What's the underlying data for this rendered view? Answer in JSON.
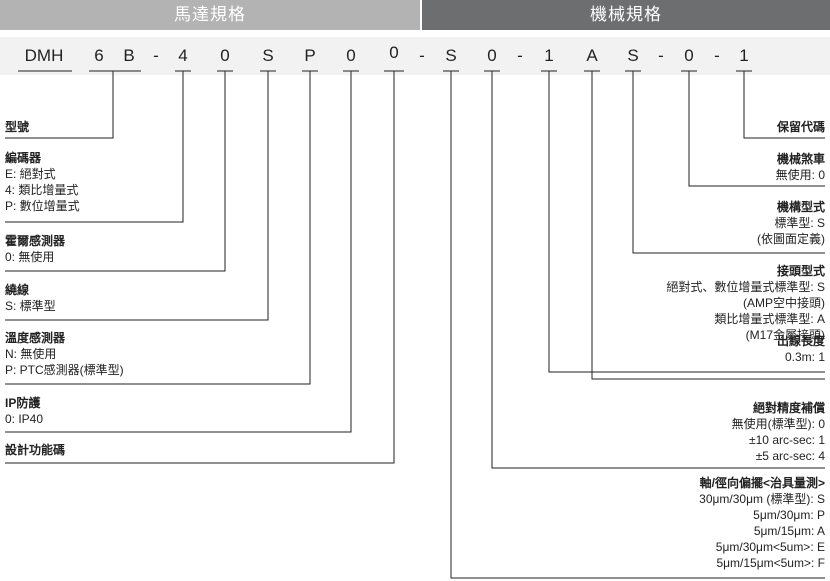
{
  "header": {
    "motor_spec": "馬達規格",
    "mech_spec": "機械規格"
  },
  "code_tokens": [
    {
      "id": "dmh",
      "text": "DMH"
    },
    {
      "id": "size",
      "text": "6"
    },
    {
      "id": "b",
      "text": "B"
    },
    {
      "id": "dash1",
      "text": "-"
    },
    {
      "id": "four",
      "text": "4"
    },
    {
      "id": "zero1",
      "text": "0"
    },
    {
      "id": "s1",
      "text": "S"
    },
    {
      "id": "p",
      "text": "P"
    },
    {
      "id": "zero2",
      "text": "0"
    },
    {
      "id": "zero3",
      "text": "0"
    },
    {
      "id": "dash2",
      "text": "-"
    },
    {
      "id": "s2",
      "text": "S"
    },
    {
      "id": "zero4",
      "text": "0"
    },
    {
      "id": "dash3",
      "text": "-"
    },
    {
      "id": "one1",
      "text": "1"
    },
    {
      "id": "a",
      "text": "A"
    },
    {
      "id": "s3",
      "text": "S"
    },
    {
      "id": "dash4",
      "text": "-"
    },
    {
      "id": "zero5",
      "text": "0"
    },
    {
      "id": "dash5",
      "text": "-"
    },
    {
      "id": "one2",
      "text": "1"
    }
  ],
  "left_labels": [
    {
      "id": "model",
      "title": "型號",
      "lines": []
    },
    {
      "id": "encoder",
      "title": "編碼器",
      "lines": [
        "E: 絕對式",
        "4: 類比增量式",
        "P: 數位增量式"
      ]
    },
    {
      "id": "hall",
      "title": "霍爾感測器",
      "lines": [
        "0: 無使用"
      ]
    },
    {
      "id": "winding",
      "title": "繞線",
      "lines": [
        "S: 標準型"
      ]
    },
    {
      "id": "temp",
      "title": "溫度感測器",
      "lines": [
        "N: 無使用",
        "P: PTC感測器(標準型)"
      ]
    },
    {
      "id": "ip",
      "title": "IP防護",
      "lines": [
        "0: IP40"
      ]
    },
    {
      "id": "design",
      "title": "設計功能碼",
      "lines": []
    }
  ],
  "right_labels": [
    {
      "id": "reserve",
      "title": "保留代碼",
      "lines": []
    },
    {
      "id": "brake",
      "title": "機械煞車",
      "lines": [
        "無使用: 0"
      ]
    },
    {
      "id": "mechtype",
      "title": "機構型式",
      "lines": [
        "標準型: S",
        "(依圖面定義)"
      ]
    },
    {
      "id": "connector",
      "title": "接頭型式",
      "lines": [
        "絕對式、數位增量式標準型: S",
        "(AMP空中接頭)",
        "類比增量式標準型: A",
        "(M17金屬接頭)"
      ]
    },
    {
      "id": "cable",
      "title": "出線長度",
      "lines": [
        "0.3m: 1"
      ]
    },
    {
      "id": "accuracy",
      "title": "絕對精度補償",
      "lines": [
        "無使用(標準型): 0",
        "±10 arc-sec: 1",
        "±5 arc-sec: 4"
      ]
    },
    {
      "id": "runout",
      "title": "軸/徑向偏擺<治具量測>",
      "lines": [
        "30μm/30μm (標準型): S",
        "5μm/30μm: P",
        "5μm/15μm: A",
        "5μm/30μm<5um>: E",
        "5μm/15μm<5um>: F"
      ]
    }
  ],
  "colors": {
    "motor_header": "#b3b3b3",
    "mech_header": "#6d6e70",
    "code_bar": "#f2f2f2",
    "lines": "#222222"
  }
}
